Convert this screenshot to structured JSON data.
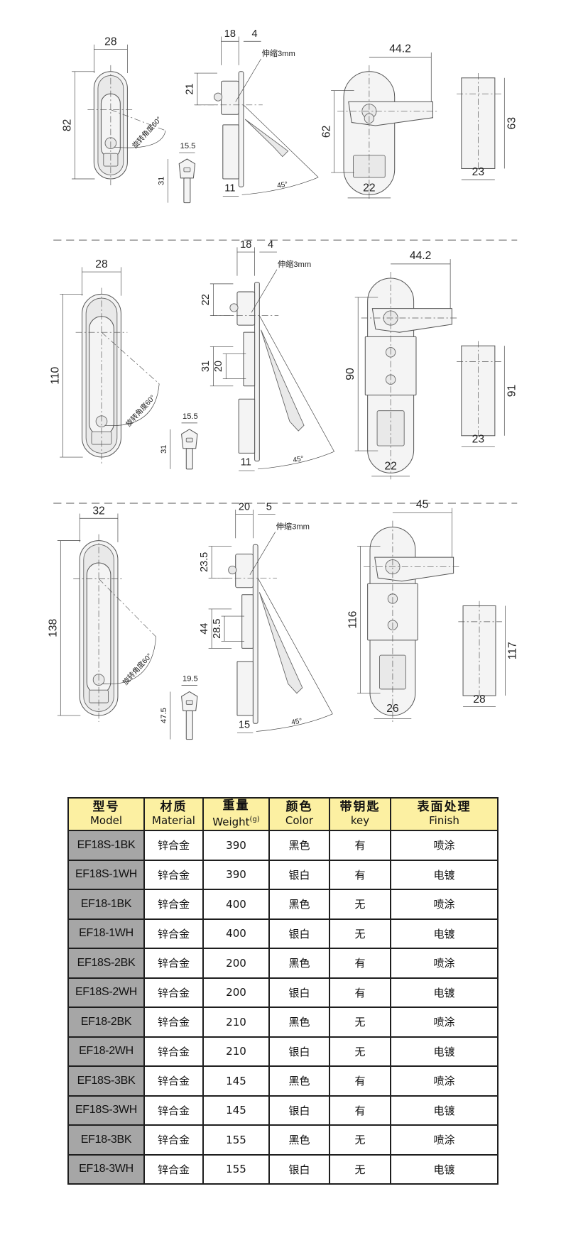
{
  "sections": [
    {
      "front_width": "28",
      "front_height": "82",
      "rotation": "旋转角度60°",
      "key_width": "15.5",
      "key_length": "31",
      "side_depth": "18",
      "side_offset": "4",
      "side_top": "21",
      "stroke": "伸缩3mm",
      "side_bottom": "11",
      "angle": "45°",
      "mid_outer": null,
      "mid_inner": null,
      "back_lever": "44.2",
      "back_height": "62",
      "back_width": "22",
      "block_height": "63",
      "block_width": "23"
    },
    {
      "front_width": "28",
      "front_height": "110",
      "rotation": "旋转角度60°",
      "key_width": "15.5",
      "key_length": "31",
      "side_depth": "18",
      "side_offset": "4",
      "side_top": "22",
      "stroke": "伸缩3mm",
      "side_bottom": "11",
      "angle": "45°",
      "mid_outer": "31",
      "mid_inner": "20",
      "back_lever": "44.2",
      "back_height": "90",
      "back_width": "22",
      "block_height": "91",
      "block_width": "23"
    },
    {
      "front_width": "32",
      "front_height": "138",
      "rotation": "旋转角度60°",
      "key_width": "19.5",
      "key_length": "47.5",
      "side_depth": "20",
      "side_offset": "5",
      "side_top": "23.5",
      "stroke": "伸缩3mm",
      "side_bottom": "15",
      "angle": "45°",
      "mid_outer": "44",
      "mid_inner": "28.5",
      "back_lever": "45",
      "back_height": "116",
      "back_width": "26",
      "block_height": "117",
      "block_width": "28"
    }
  ],
  "table": {
    "headers": [
      {
        "cn": "型号",
        "en": "Model"
      },
      {
        "cn": "材质",
        "en": "Material"
      },
      {
        "cn": "重量",
        "en": "Weight",
        "unit": "(g)"
      },
      {
        "cn": "颜色",
        "en": "Color"
      },
      {
        "cn": "带钥匙",
        "en": "key"
      },
      {
        "cn": "表面处理",
        "en": "Finish"
      }
    ],
    "rows": [
      [
        "EF18S-1BK",
        "锌合金",
        "390",
        "黑色",
        "有",
        "喷涂"
      ],
      [
        "EF18S-1WH",
        "锌合金",
        "390",
        "银白",
        "有",
        "电镀"
      ],
      [
        "EF18-1BK",
        "锌合金",
        "400",
        "黑色",
        "无",
        "喷涂"
      ],
      [
        "EF18-1WH",
        "锌合金",
        "400",
        "银白",
        "无",
        "电镀"
      ],
      [
        "EF18S-2BK",
        "锌合金",
        "200",
        "黑色",
        "有",
        "喷涂"
      ],
      [
        "EF18S-2WH",
        "锌合金",
        "200",
        "银白",
        "有",
        "电镀"
      ],
      [
        "EF18-2BK",
        "锌合金",
        "210",
        "黑色",
        "无",
        "喷涂"
      ],
      [
        "EF18-2WH",
        "锌合金",
        "210",
        "银白",
        "无",
        "电镀"
      ],
      [
        "EF18S-3BK",
        "锌合金",
        "145",
        "黑色",
        "有",
        "喷涂"
      ],
      [
        "EF18S-3WH",
        "锌合金",
        "145",
        "银白",
        "有",
        "电镀"
      ],
      [
        "EF18-3BK",
        "锌合金",
        "155",
        "黑色",
        "无",
        "喷涂"
      ],
      [
        "EF18-3WH",
        "锌合金",
        "155",
        "银白",
        "无",
        "电镀"
      ]
    ]
  },
  "colors": {
    "header_bg": "#fcf0a2",
    "model_bg": "#a6a6a6",
    "border": "#1e1e1e"
  }
}
